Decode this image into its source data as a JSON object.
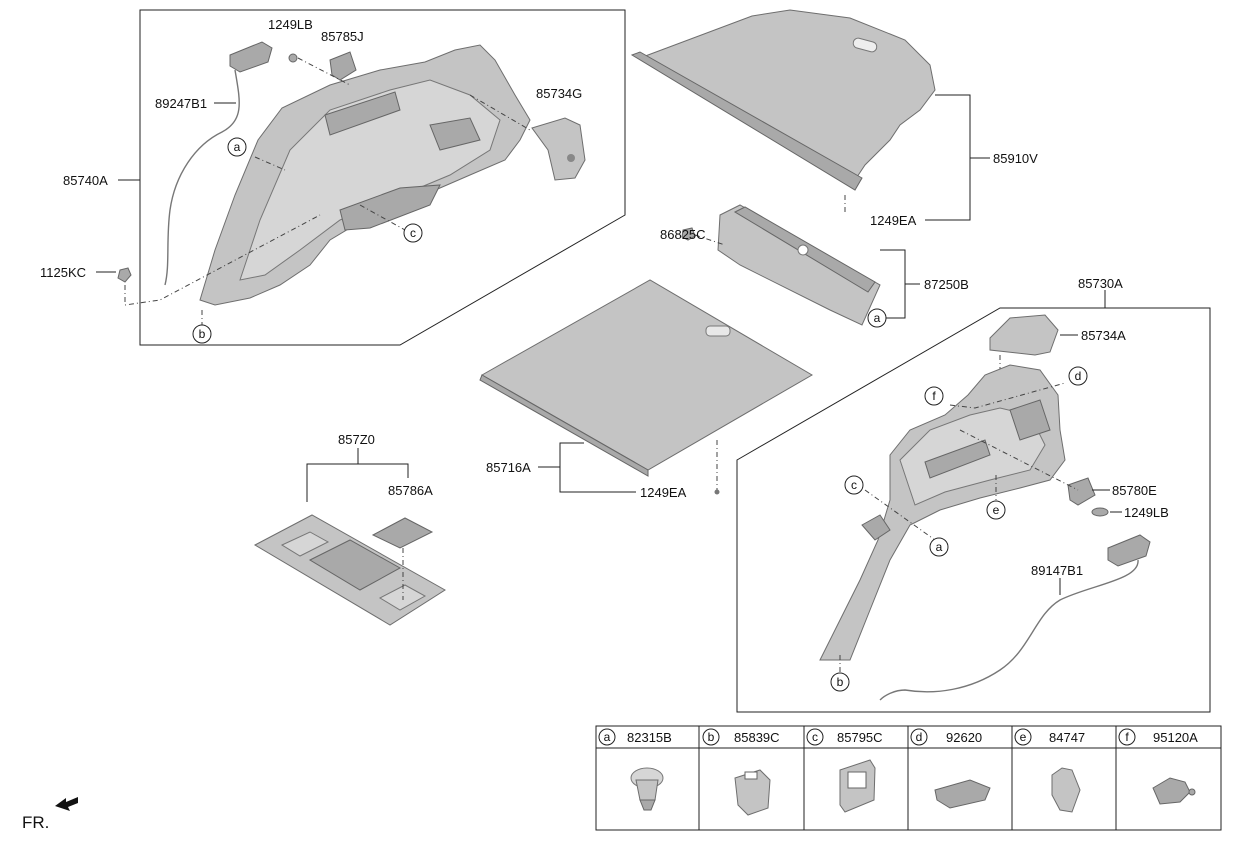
{
  "orientation_label": "FR.",
  "parts": {
    "p85740A": "85740A",
    "p1249LB_top": "1249LB",
    "p85785J": "85785J",
    "p89247B1": "89247B1",
    "p85734G": "85734G",
    "p1125KC": "1125KC",
    "p85910V": "85910V",
    "p1249EA_top": "1249EA",
    "p86825C": "86825C",
    "p87250B": "87250B",
    "p85730A": "85730A",
    "p85734A": "85734A",
    "p85716A": "85716A",
    "p1249EA_bottom": "1249EA",
    "p857Z0": "857Z0",
    "p85786A": "85786A",
    "p85780E": "85780E",
    "p1249LB_right": "1249LB",
    "p89147B1": "89147B1"
  },
  "callouts": {
    "a1": "a",
    "b1": "b",
    "c1": "c",
    "a2": "a",
    "f2": "f",
    "d2": "d",
    "c2": "c",
    "e2": "e",
    "a3": "a",
    "b2": "b"
  },
  "legend": [
    {
      "letter": "a",
      "part": "82315B"
    },
    {
      "letter": "b",
      "part": "85839C"
    },
    {
      "letter": "c",
      "part": "85795C"
    },
    {
      "letter": "d",
      "part": "92620"
    },
    {
      "letter": "e",
      "part": "84747"
    },
    {
      "letter": "f",
      "part": "95120A"
    }
  ]
}
